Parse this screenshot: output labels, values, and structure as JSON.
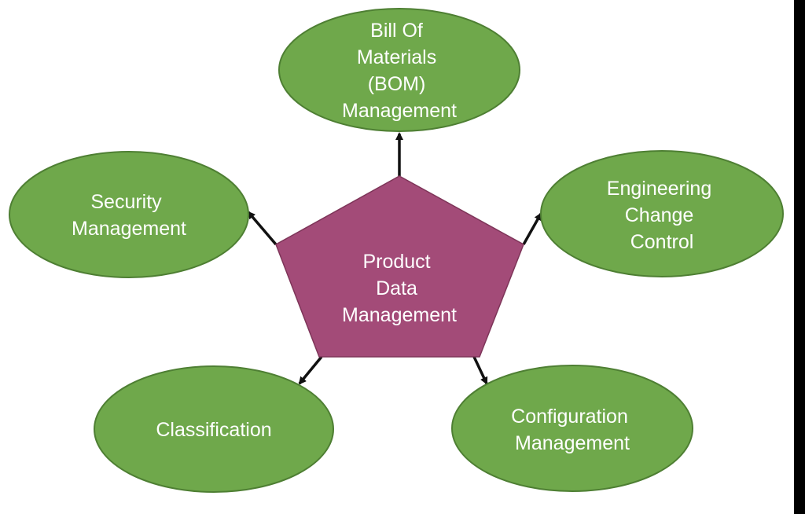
{
  "colors": {
    "node_fill": "#6fa84b",
    "node_stroke": "#4e7f33",
    "hub_fill": "#a34b78",
    "hub_stroke": "#7e3559",
    "arrow": "#111111",
    "right_border": "#000000"
  },
  "hub": {
    "lines": [
      "Product",
      "Data",
      "Management"
    ]
  },
  "nodes": {
    "bom": {
      "lines": [
        "Bill Of",
        "Materials",
        "(BOM)",
        "Management"
      ]
    },
    "engineering": {
      "lines": [
        "Engineering",
        "Change",
        "Control"
      ]
    },
    "configuration": {
      "lines": [
        "Configuration",
        "Management"
      ]
    },
    "classification": {
      "lines": [
        "Classification"
      ]
    },
    "security": {
      "lines": [
        "Security",
        "Management"
      ]
    }
  }
}
